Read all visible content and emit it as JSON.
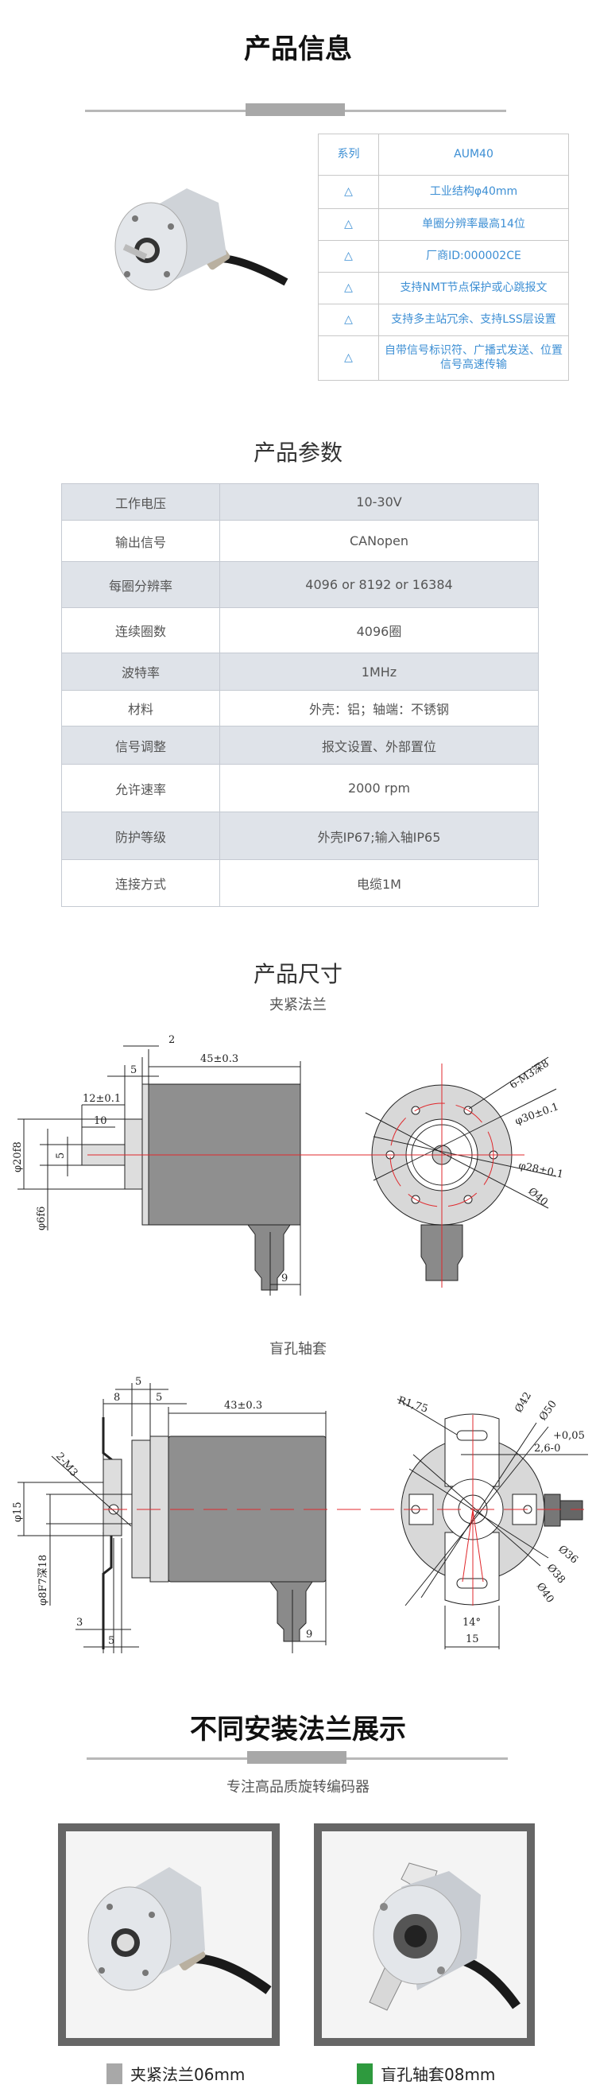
{
  "info_section": {
    "title": "产品信息",
    "table": [
      {
        "label": "系列",
        "value": "AUM40"
      },
      {
        "label": "△",
        "value": "工业结构φ40mm"
      },
      {
        "label": "△",
        "value": "单圈分辨率最高14位"
      },
      {
        "label": "△",
        "value": "厂商ID:000002CE"
      },
      {
        "label": "△",
        "value": "支持NMT节点保护或心跳报文"
      },
      {
        "label": "△",
        "value": "支持多主站冗余、支持LSS层设置"
      },
      {
        "label": "△",
        "value": "自带信号标识符、广播式发送、位置信号高速传输"
      }
    ]
  },
  "params_section": {
    "title": "产品参数",
    "rows": [
      {
        "label": "工作电压",
        "value": "10-30V"
      },
      {
        "label": "输出信号",
        "value": "CANopen"
      },
      {
        "label": "每圈分辨率",
        "value": "4096 or 8192 or 16384"
      },
      {
        "label": "连续圈数",
        "value": "4096圈"
      },
      {
        "label": "波特率",
        "value": "1MHz"
      },
      {
        "label": "材料",
        "value": "外壳：铝；轴端：不锈钢"
      },
      {
        "label": "信号调整",
        "value": "报文设置、外部置位"
      },
      {
        "label": "允许速率",
        "value": "2000 rpm"
      },
      {
        "label": "防护等级",
        "value": "外壳IP67;输入轴IP65"
      },
      {
        "label": "连接方式",
        "value": "电缆1M"
      }
    ]
  },
  "dims_section": {
    "title": "产品尺寸",
    "clamp": {
      "title": "夹紧法兰",
      "labels": {
        "d2": "2",
        "d45": "45±0.3",
        "d5": "5",
        "d12": "12±0.1",
        "d10": "10",
        "d20": "φ20f8",
        "d5v": "5",
        "d6": "φ6f6",
        "d9": "9",
        "m3": "6-M3深8",
        "d30": "φ30±0.1",
        "d28": "φ28±0.1",
        "d40": "Ø40"
      }
    },
    "blind": {
      "title": "盲孔轴套",
      "labels": {
        "d5a": "5",
        "d8": "8",
        "d5b": "5",
        "d43": "43±0.3",
        "m3": "2-M3",
        "d15": "φ15",
        "d8f7": "φ8F7深18",
        "d3": "3",
        "d5c": "5",
        "d9": "9",
        "r175": "R1,75",
        "d42": "Ø42",
        "d50": "Ø50",
        "tol": "+0,05",
        "d26": "2,6-0",
        "d36": "Ø36",
        "d38": "Ø38",
        "d40": "Ø40",
        "a14": "14°",
        "w15": "15"
      }
    }
  },
  "flange_section": {
    "title": "不同安装法兰展示",
    "subtitle": "专注高品质旋转编码器",
    "items": [
      {
        "caption": "夹紧法兰06mm",
        "color": "#a8a8a8"
      },
      {
        "caption": "盲孔轴套08mm",
        "color": "#2e9a3e"
      }
    ]
  },
  "colors": {
    "accent_blue": "#3d8fd4",
    "row_gray": "#dfe3e9",
    "red_line": "#e0282c"
  }
}
